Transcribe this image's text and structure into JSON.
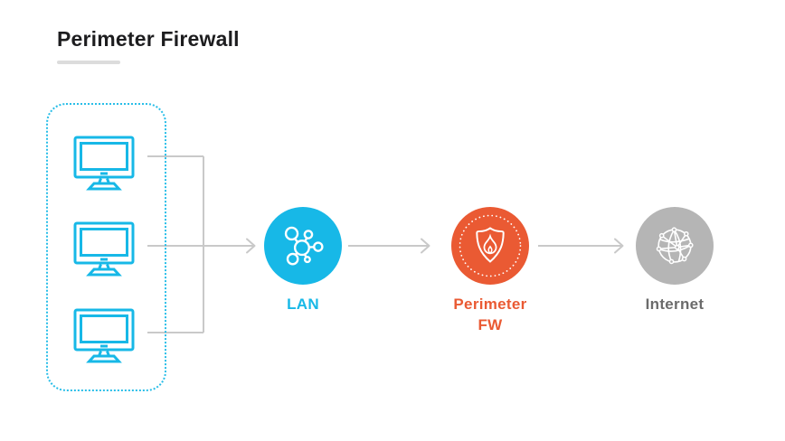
{
  "title": "Perimeter Firewall",
  "colors": {
    "cyan": "#17B8E7",
    "orange": "#EA5A33",
    "gray_circle": "#B5B5B5",
    "gray_label": "#6B6B6B",
    "connector_line": "#C9C9C9",
    "title_text": "#1D1D1F",
    "underline": "#DCDCDC"
  },
  "workstations": {
    "icon": "monitor-icon",
    "count": 3
  },
  "nodes": {
    "lan": {
      "label": "LAN",
      "icon": "network-icon",
      "color": "#17B8E7"
    },
    "perimeter_fw": {
      "label": "Perimeter FW",
      "icon": "shield-flame-icon",
      "color": "#EA5A33"
    },
    "internet": {
      "label": "Internet",
      "icon": "globe-icon",
      "color": "#B5B5B5",
      "label_color": "#6B6B6B"
    }
  }
}
